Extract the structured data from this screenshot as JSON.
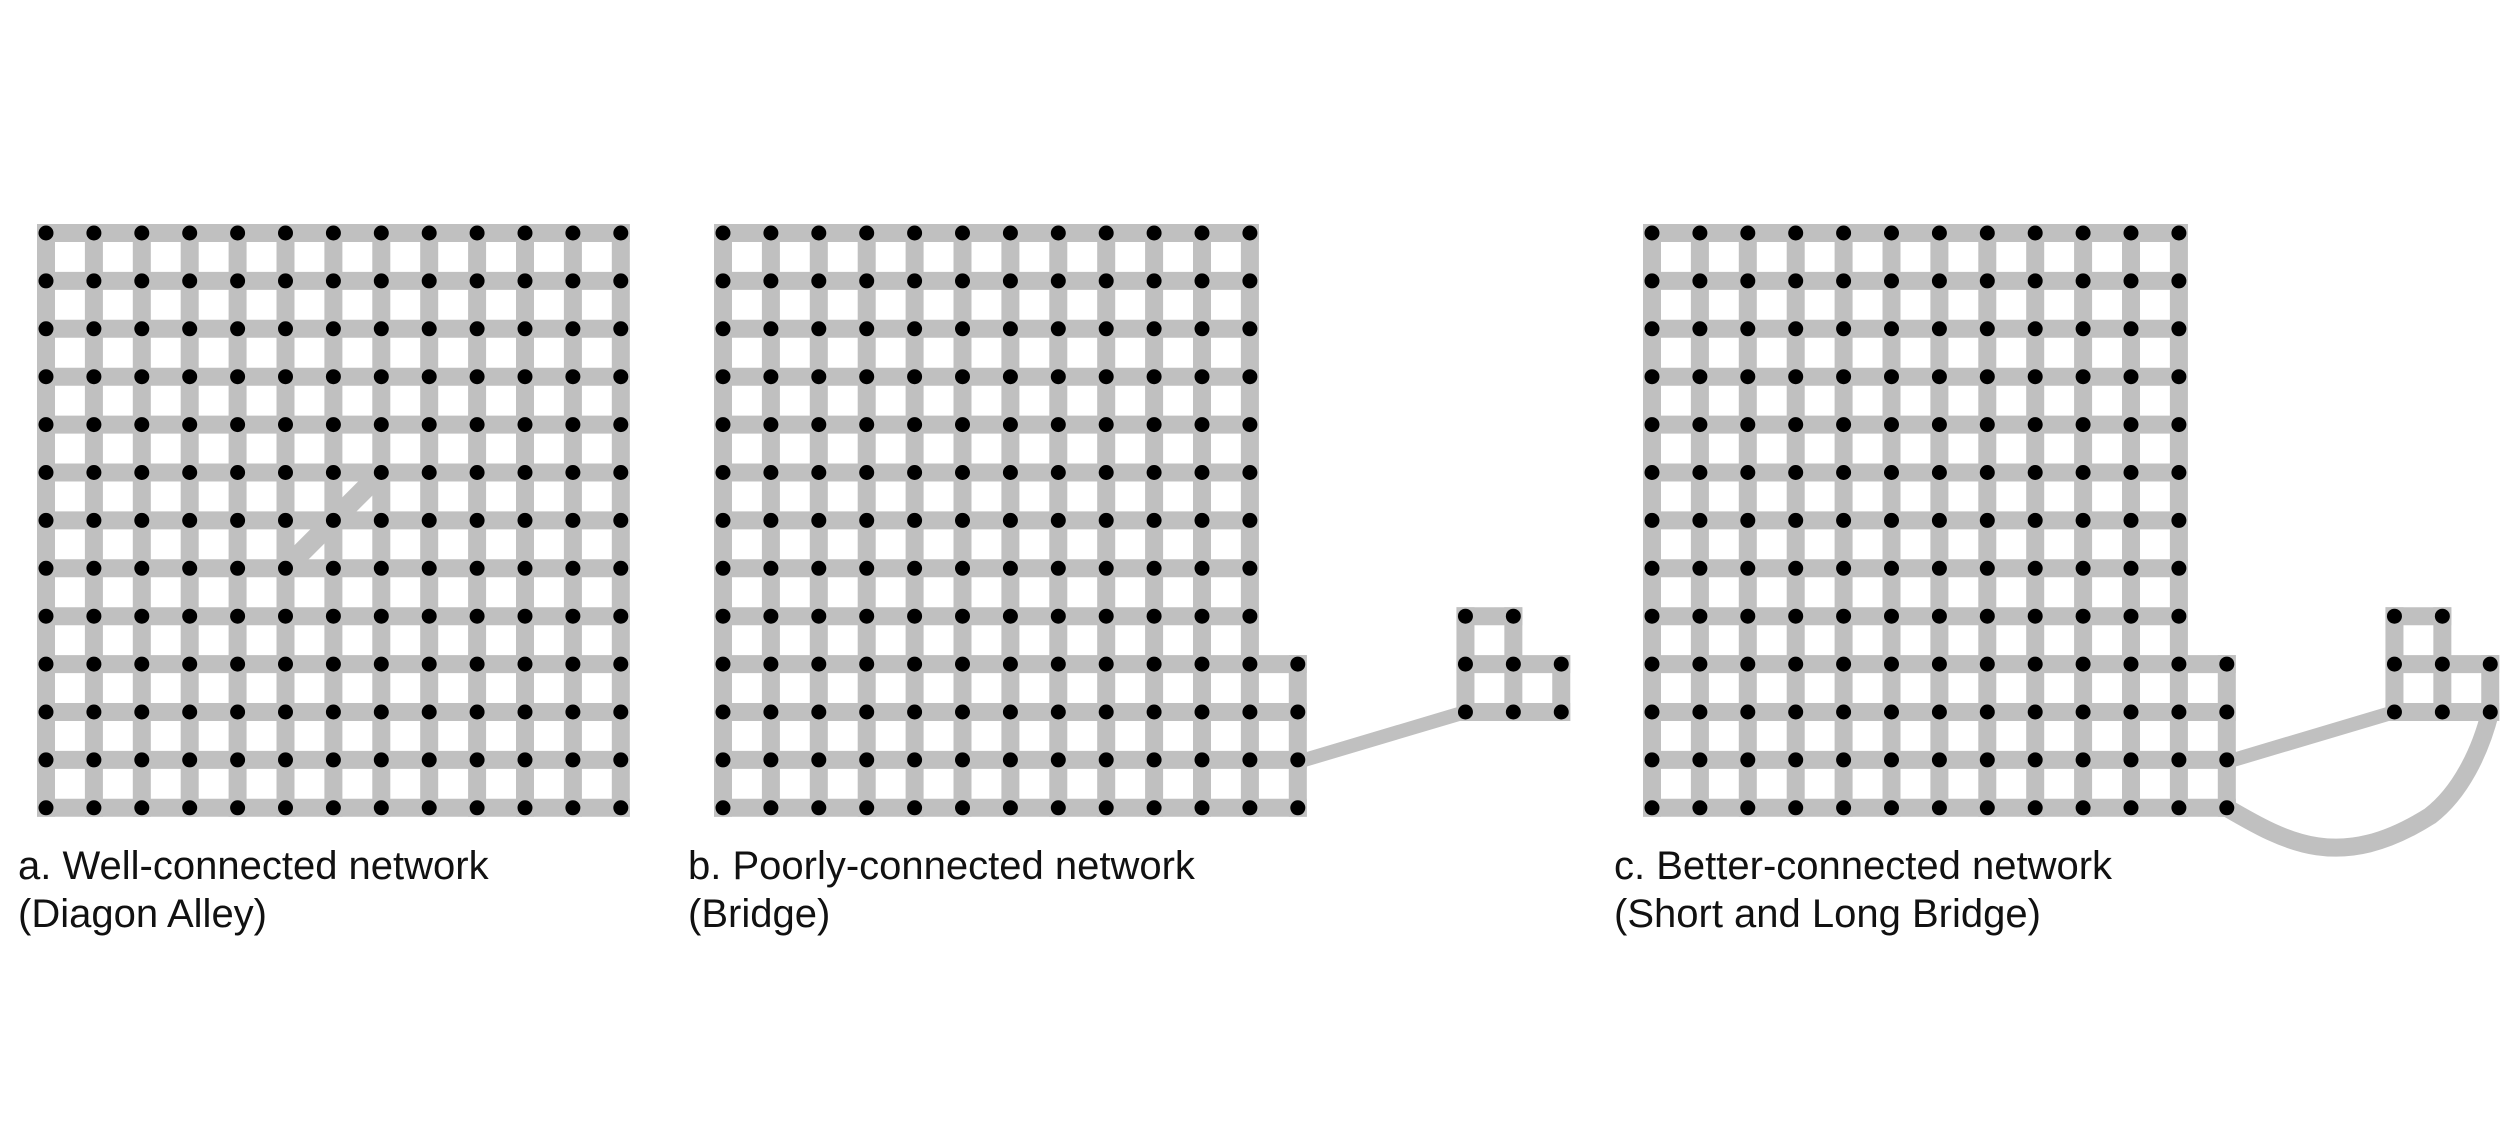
{
  "colors": {
    "street": "#c0c0c0",
    "node": "#000000",
    "background": "#ffffff",
    "text": "#111111"
  },
  "panels": [
    {
      "id": "a",
      "caption_line1": "a. Well-connected network",
      "caption_line2": "(Diagon Alley)",
      "grid_columns": 13,
      "grid_rows": 13,
      "extras": [
        "diagonal-street"
      ]
    },
    {
      "id": "b",
      "caption_line1": "b. Poorly-connected network",
      "caption_line2": "(Bridge)",
      "grid_columns": 12,
      "grid_rows": 13,
      "extras": [
        "bump-block",
        "island",
        "short-bridge"
      ]
    },
    {
      "id": "c",
      "caption_line1": "c. Better-connected network",
      "caption_line2": "(Short and Long Bridge)",
      "grid_columns": 12,
      "grid_rows": 13,
      "extras": [
        "bump-block",
        "island",
        "short-bridge",
        "long-bridge"
      ]
    }
  ]
}
